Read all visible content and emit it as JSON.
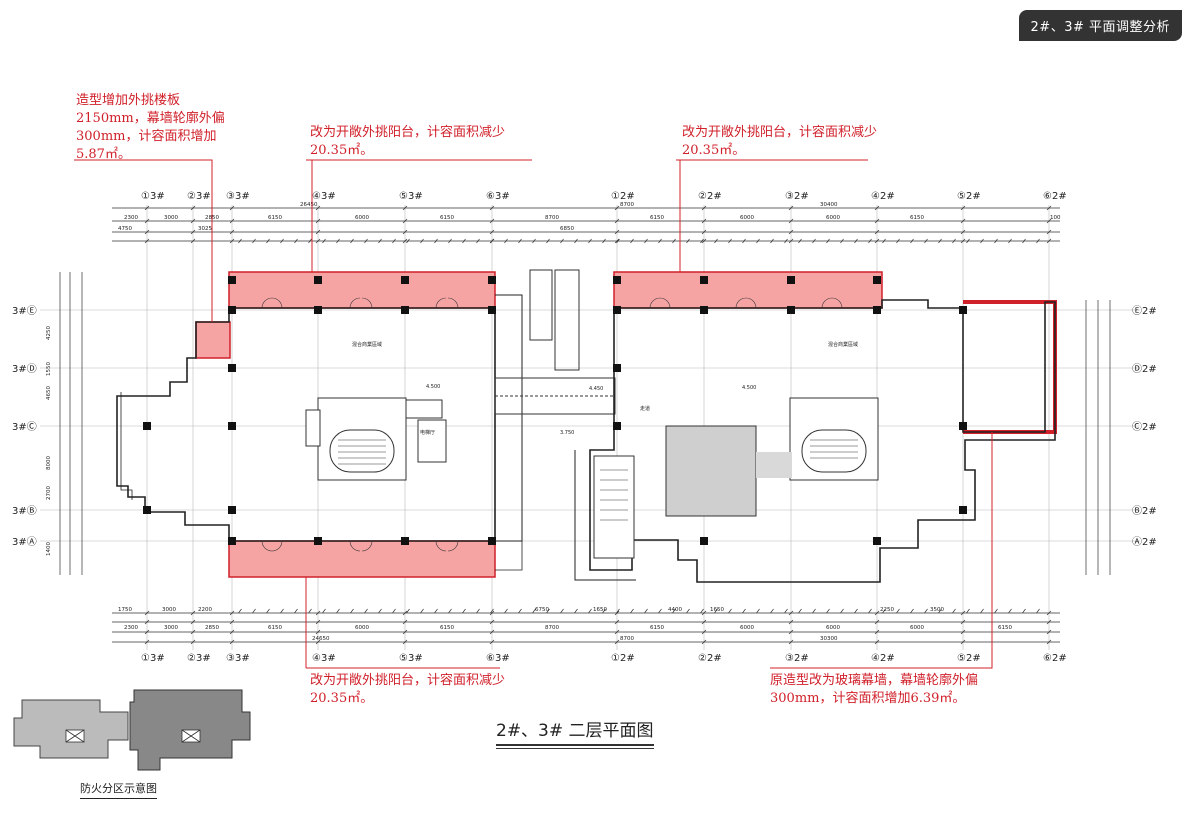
{
  "header": {
    "badge": "2#、3# 平面调整分析"
  },
  "title": "2#、3# 二层平面图",
  "fire_zone_caption": "防火分区示意图",
  "annotations": {
    "top_left": "造型增加外挑楼板2150mm，幕墙轮廓外偏300mm，计容面积增加5.87㎡。",
    "top_middle": "改为开敞外挑阳台，计容面积减少20.35㎡。",
    "top_right": "改为开敞外挑阳台，计容面积减少20.35㎡。",
    "bottom_middle": "改为开敞外挑阳台，计容面积减少20.35㎡。",
    "bottom_right": "原造型改为玻璃幕墙，幕墙轮廓外偏300mm，计容面积增加6.39㎡。"
  },
  "top_axes": [
    "①3#",
    "②3#",
    "③3#",
    "④3#",
    "⑤3#",
    "⑥3#",
    "①2#",
    "②2#",
    "③2#",
    "④2#",
    "⑤2#",
    "⑥2#"
  ],
  "bottom_axes": [
    "①3#",
    "②3#",
    "③3#",
    "④3#",
    "⑤3#",
    "⑥3#",
    "①2#",
    "②2#",
    "③2#",
    "④2#",
    "⑤2#",
    "⑥2#"
  ],
  "left_axes": [
    "3#Ⓔ",
    "3#Ⓓ",
    "3#Ⓒ",
    "3#Ⓑ",
    "3#Ⓐ"
  ],
  "right_axes": [
    "Ⓔ2#",
    "Ⓓ2#",
    "Ⓒ2#",
    "Ⓑ2#",
    "Ⓐ2#"
  ],
  "top_dims_row1": [
    "2300",
    "3000",
    "2850",
    "6150",
    "6000",
    "6150",
    "8700",
    "6150",
    "6000",
    "6000",
    "6150",
    "100"
  ],
  "top_dims_row2": [
    "4750",
    "3025",
    "6850"
  ],
  "top_overall": [
    "26450",
    "8700",
    "30400"
  ],
  "bottom_dims_row1": [
    "1750",
    "3000",
    "2200",
    "6750",
    "1650",
    "4400",
    "1650",
    "2250",
    "3500"
  ],
  "bottom_dims_row2": [
    "2300",
    "3000",
    "2850",
    "6150",
    "6000",
    "6150",
    "8700",
    "6150",
    "6000",
    "6000",
    "6000",
    "6150"
  ],
  "bottom_overall": [
    "24650",
    "8700",
    "30300"
  ],
  "left_dims": [
    "4250",
    "4650",
    "8000",
    "1550",
    "2700",
    "1400"
  ],
  "room_labels": {
    "hall_3": "混合商業區域",
    "hall_2": "混合商業區域",
    "elev_lobby": "电梯厅",
    "corridor": "走道",
    "level_a": "4.500",
    "level_b": "4.450",
    "level_c": "3.750",
    "level_d": "4.500"
  },
  "colors": {
    "highlight_fill": "#f5a3a3",
    "highlight_stroke": "#d0202a",
    "note": "#d0202a",
    "badge_bg": "#333333"
  }
}
